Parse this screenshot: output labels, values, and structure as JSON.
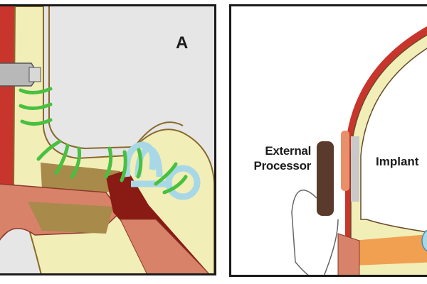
{
  "panel_a": {
    "label": "A"
  },
  "panel_b": {
    "labels": {
      "external_processor_line1": "External",
      "external_processor_line2": "Processor",
      "implant": "Implant"
    }
  },
  "colors": {
    "skin": "#c8352c",
    "bone": "#f1eeb8",
    "fleshy": "#d8826a",
    "cochlea": "#a8d8e6",
    "waves": "#48c040",
    "processor": "#5a3a2a",
    "implant": "#c9c9c9"
  }
}
